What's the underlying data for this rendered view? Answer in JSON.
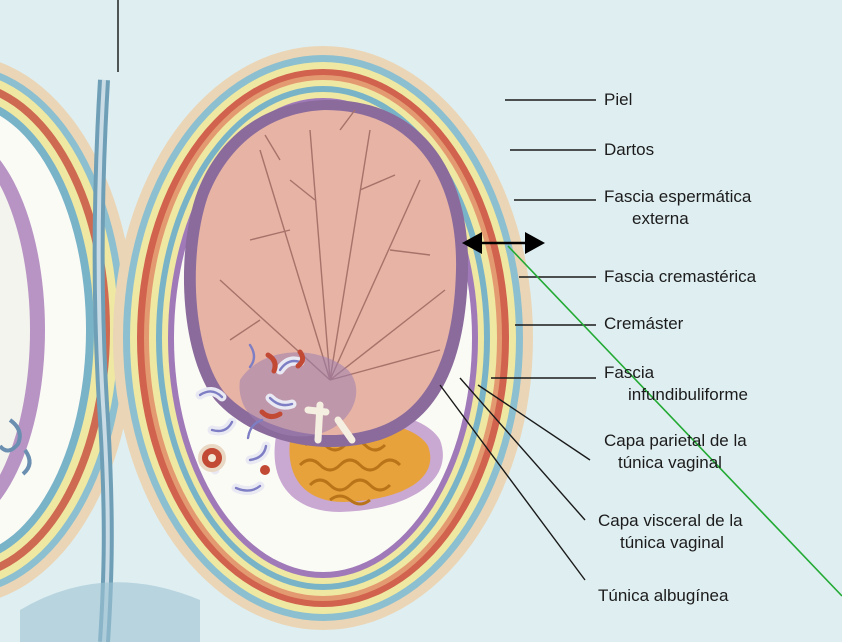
{
  "labels": {
    "piel": "Piel",
    "dartos": "Dartos",
    "fascia_espermatica_1": "Fascia espermática",
    "fascia_espermatica_2": "externa",
    "fascia_cremasterica": "Fascia cremastérica",
    "cremaster": "Cremáster",
    "fascia_infundibuliforme_1": "Fascia",
    "fascia_infundibuliforme_2": "infundibuliforme",
    "capa_parietal_1": "Capa parietal de la",
    "capa_parietal_2": "túnica vaginal",
    "capa_visceral_1": "Capa visceral de la",
    "capa_visceral_2": "túnica vaginal",
    "tunica_albuginea": "Túnica albugínea"
  },
  "colors": {
    "background": "#dfeef1",
    "skin": "#ead6b6",
    "dartos_blue": "#8cbfd0",
    "yellow_layer": "#eee8a2",
    "red_layer": "#d0624e",
    "purple_layer": "#a07ab8",
    "cavity_white": "#fbfbf6",
    "testis_pink": "#e6b3a5",
    "albuginea_border": "#8a6b9c",
    "epididymis_orange": "#e7a23c",
    "measure_arrow": "#000000",
    "overlay_line": "#22aa33"
  }
}
